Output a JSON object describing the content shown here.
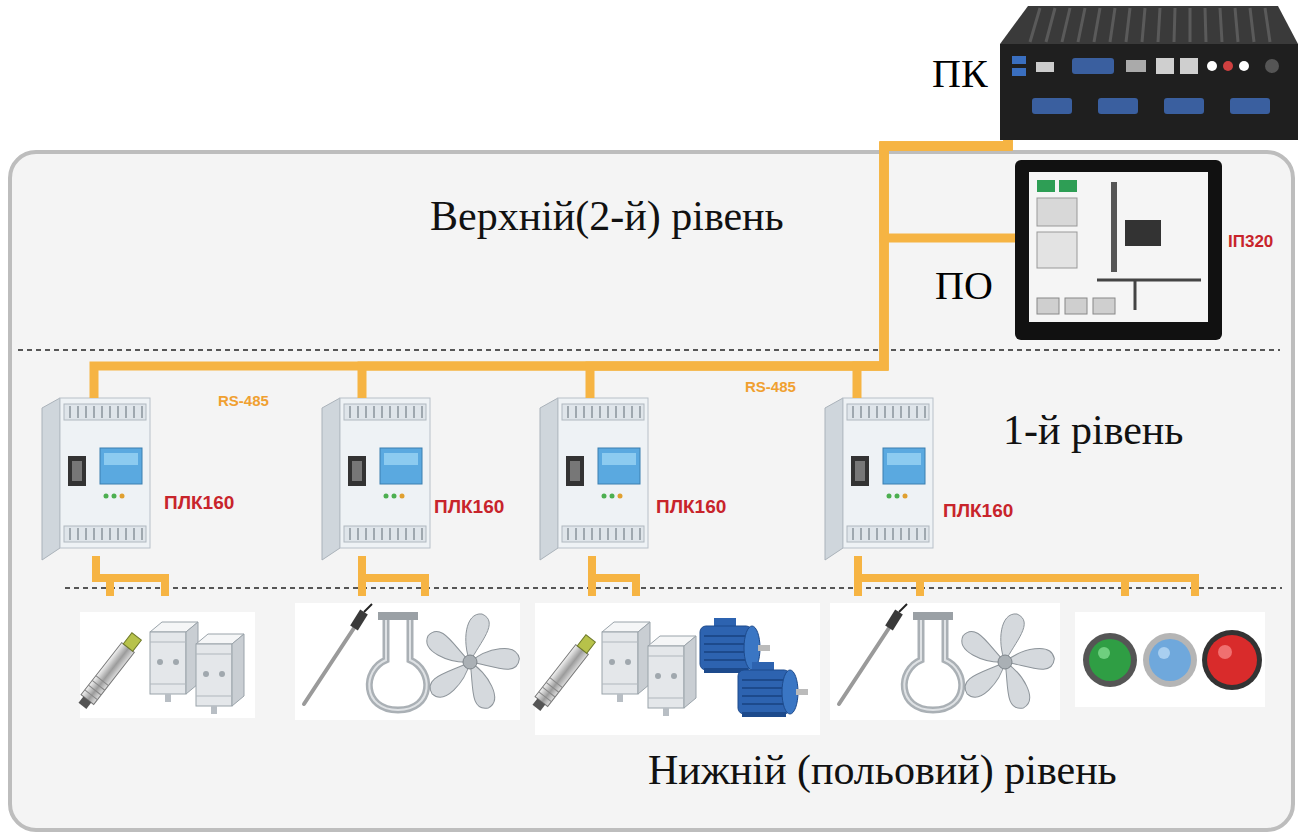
{
  "diagram": {
    "nodes": [
      {
        "text": [
          "ПК"
        ]
      },
      {
        "text": [
          "ПО",
          "ІП320"
        ]
      },
      {
        "text": [
          "ПЛК160"
        ]
      },
      {
        "text": [
          "ПЛК160"
        ]
      },
      {
        "text": [
          "ПЛК160"
        ]
      },
      {
        "text": [
          "ПЛК160"
        ]
      }
    ],
    "edges": [
      {
        "from": 0,
        "to": 1,
        "arrow": "none"
      },
      {
        "from": 0,
        "to": 2,
        "arrow": "none"
      },
      {
        "from": 0,
        "to": 3,
        "arrow": "none"
      },
      {
        "from": 0,
        "to": 4,
        "arrow": "none"
      },
      {
        "from": 0,
        "to": 5,
        "arrow": "none"
      }
    ],
    "labels": [
      "Верхній(2-й) рівень",
      "RS-485",
      "RS-485",
      "1-й рівень",
      "Нижній (польовий) рівень"
    ]
  }
}
